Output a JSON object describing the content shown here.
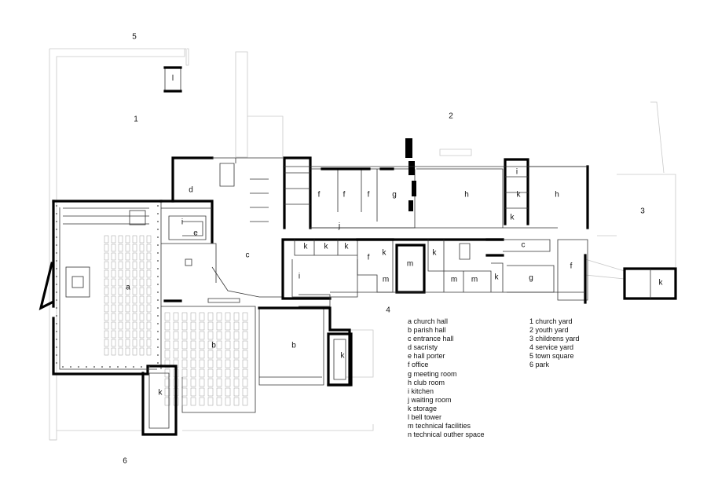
{
  "site_labels": {
    "church_yard": "1",
    "youth_yard": "2",
    "childrens_yard": "3",
    "service_yard": "4",
    "town_square": "5",
    "park": "6"
  },
  "room_labels": {
    "a": "a",
    "b": "b",
    "c": "c",
    "d": "d",
    "e": "e",
    "f": "f",
    "g": "g",
    "h": "h",
    "i": "i",
    "j": "j",
    "k": "k",
    "l": "l",
    "m": "m"
  },
  "legend_rooms": [
    "a  church hall",
    "b  parish hall",
    "c  entrance hall",
    "d sacristy",
    "e  hall porter",
    "f  office",
    "g  meeting room",
    "h  club room",
    "i  kitchen",
    "j  waiting room",
    "k  storage",
    "l  bell tower",
    "m  technical facilities",
    "n  technical outher space"
  ],
  "legend_yards": [
    "1  church yard",
    "2  youth yard",
    "3  childrens yard",
    "4  service yard",
    "5  town square",
    "6  park"
  ]
}
